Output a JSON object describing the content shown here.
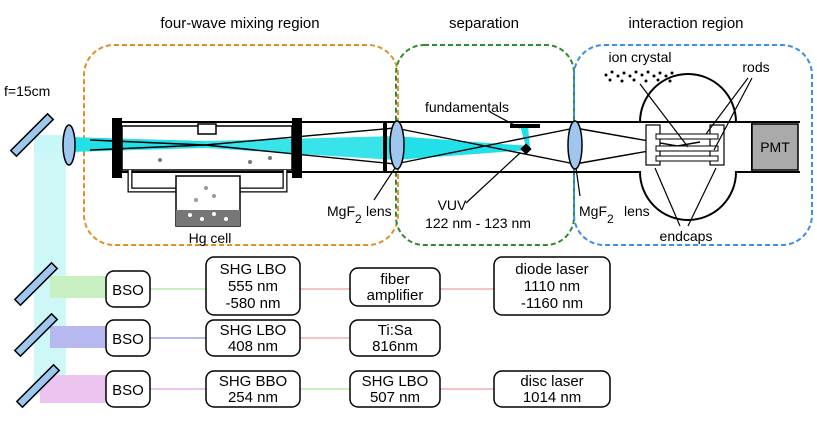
{
  "regions": {
    "fwm": "four-wave mixing region",
    "separation": "separation",
    "interaction": "interaction region"
  },
  "labels": {
    "focal": "f=15cm",
    "hg_cell": "Hg cell",
    "mgf2_main_1": "MgF",
    "mgf2_sub_1": "2",
    "lens_1": "lens",
    "mgf2_main_2": "MgF",
    "mgf2_sub_2": "2",
    "lens_2": "lens",
    "fundamentals": "fundamentals",
    "vuv": "VUV",
    "vuv_range": "122 nm - 123 nm",
    "ion_crystal": "ion crystal",
    "rods": "rods",
    "endcaps": "endcaps",
    "pmt": "PMT"
  },
  "boxes": {
    "bso1": "BSO",
    "bso2": "BSO",
    "bso3": "BSO",
    "shg1": [
      "SHG LBO",
      "555 nm",
      "-580 nm"
    ],
    "shg2": [
      "SHG LBO",
      "408 nm"
    ],
    "shg3": [
      "SHG BBO",
      "254 nm"
    ],
    "fiber": [
      "fiber",
      "amplifier"
    ],
    "tisa": [
      "Ti:Sa",
      "816nm"
    ],
    "shg4": [
      "SHG LBO",
      "507 nm"
    ],
    "diode": [
      "diode laser",
      "1110 nm",
      "-1160 nm"
    ],
    "disc": [
      "disc laser",
      "1014 nm"
    ]
  },
  "colors": {
    "fwm_border": "#e0902a",
    "separation_border": "#2e8b2e",
    "interaction_border": "#3a8ee6",
    "uv_beam": "#22e0e8",
    "cyan_path": "#c9f7f7",
    "green_path": "#c8f0c0",
    "blue_path": "#b8b8f0",
    "pink_path": "#ecc4f0",
    "red_path": "#f4c4c4",
    "lens_fill": "#9ec6ee",
    "pmt_fill": "#aaaaaa"
  }
}
